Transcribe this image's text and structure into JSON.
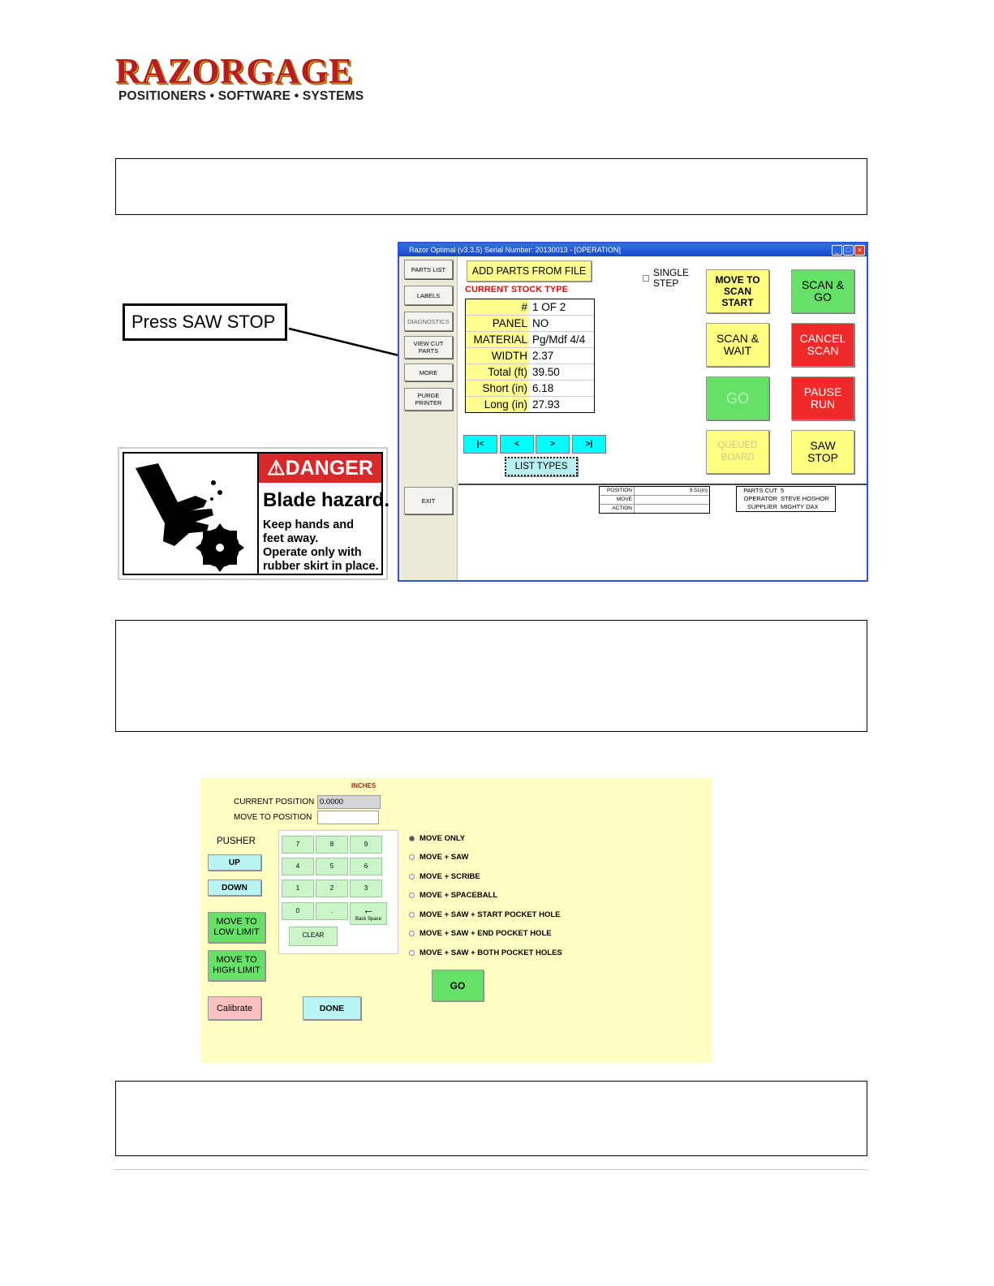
{
  "logo": {
    "name": "RAZORGAGE",
    "tagline": "POSITIONERS • SOFTWARE • SYSTEMS"
  },
  "callout": {
    "text": "Press SAW STOP"
  },
  "danger_sign": {
    "header": "DANGER",
    "title": "Blade hazard.",
    "message": "Keep hands and\nfeet away.\nOperate only with\nrubber skirt in place."
  },
  "app": {
    "title": "Razor Optimal (v3.3.5)  Serial Number: 20130013 - [OPERATION]",
    "nav": [
      "PARTS LIST",
      "LABELS",
      "DIAGNOSTICS",
      "VIEW CUT\nPARTS",
      "MORE",
      "PURGE\nPRINTER",
      "EXIT"
    ],
    "add_parts": "ADD PARTS FROM FILE",
    "current_stock_label": "CURRENT STOCK TYPE",
    "single_step": "SINGLE\nSTEP",
    "stock": [
      {
        "k": "#",
        "v": "1 OF 2"
      },
      {
        "k": "PANEL",
        "v": "NO"
      },
      {
        "k": "MATERIAL",
        "v": "Pg/Mdf 4/4"
      },
      {
        "k": "WIDTH",
        "v": "2.37"
      },
      {
        "k": "Total (ft)",
        "v": "39.50"
      },
      {
        "k": "Short (in)",
        "v": "6.18"
      },
      {
        "k": "Long (in)",
        "v": "27.93"
      }
    ],
    "pager": [
      "|<",
      "<",
      ">",
      ">|"
    ],
    "list_types": "LIST TYPES",
    "buttons": {
      "move_to_scan": "MOVE TO\nSCAN\nSTART",
      "scan_go": "SCAN &\nGO",
      "scan_wait": "SCAN &\nWAIT",
      "cancel_scan": "CANCEL\nSCAN",
      "go": "GO",
      "pause_run": "PAUSE\nRUN",
      "queued_board": "QUEUED\nBOARD",
      "saw_stop": "SAW\nSTOP"
    },
    "status": [
      {
        "k": "POSITION",
        "v": "9.51(in)"
      },
      {
        "k": "MOVE",
        "v": ""
      },
      {
        "k": "ACTION",
        "v": ""
      }
    ],
    "info": [
      {
        "k": "PARTS CUT",
        "v": "5"
      },
      {
        "k": "OPERATOR",
        "v": "STEVE HOSHOR"
      },
      {
        "k": "SUPPLIER",
        "v": "MIGHTY DAX"
      }
    ],
    "colors": {
      "title_bar": "#1f56d8",
      "yellow": "#ffff80",
      "green": "#66e066",
      "red": "#f02a2a",
      "cyan": "#00ffff"
    }
  },
  "pusher": {
    "units": "INCHES",
    "current_position_label": "CURRENT POSITION",
    "current_position_value": "0.0000",
    "move_to_label": "MOVE TO POSITION",
    "move_to_value": "",
    "pusher_label": "PUSHER",
    "up": "UP",
    "down": "DOWN",
    "move_low": "MOVE TO\nLOW LIMIT",
    "move_high": "MOVE TO\nHIGH LIMIT",
    "calibrate": "Calibrate",
    "done": "DONE",
    "keys": [
      "7",
      "8",
      "9",
      "4",
      "5",
      "6",
      "1",
      "2",
      "3",
      "0",
      "."
    ],
    "backspace_arrow": "←",
    "backspace": "Back Space",
    "clear": "CLEAR",
    "options": [
      "MOVE ONLY",
      "MOVE + SAW",
      "MOVE + SCRIBE",
      "MOVE + SPACEBALL",
      "MOVE + SAW + START POCKET HOLE",
      "MOVE + SAW + END POCKET HOLE",
      "MOVE + SAW + BOTH POCKET HOLES"
    ],
    "selected_option": "MOVE ONLY",
    "go": "GO"
  }
}
